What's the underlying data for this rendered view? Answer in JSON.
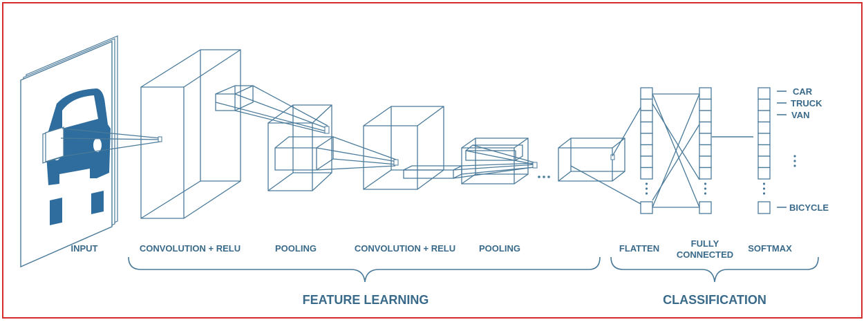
{
  "colors": {
    "frame": "#d62b2b",
    "line": "#4a7a9a",
    "text": "#3a6a8a",
    "car": "#2e6d9e"
  },
  "labels": {
    "input": "INPUT",
    "conv1": "CONVOLUTION + RELU",
    "pool1": "POOLING",
    "conv2": "CONVOLUTION + RELU",
    "pool2": "POOLING",
    "flatten": "FLATTEN",
    "fc_line1": "FULLY",
    "fc_line2": "CONNECTED",
    "softmax": "SOFTMAX",
    "feature_learning": "FEATURE LEARNING",
    "classification": "CLASSIFICATION"
  },
  "classes": {
    "car": "CAR",
    "truck": "TRUCK",
    "van": "VAN",
    "bicycle": "BICYCLE"
  },
  "icons": {
    "input_image": "car-icon"
  }
}
